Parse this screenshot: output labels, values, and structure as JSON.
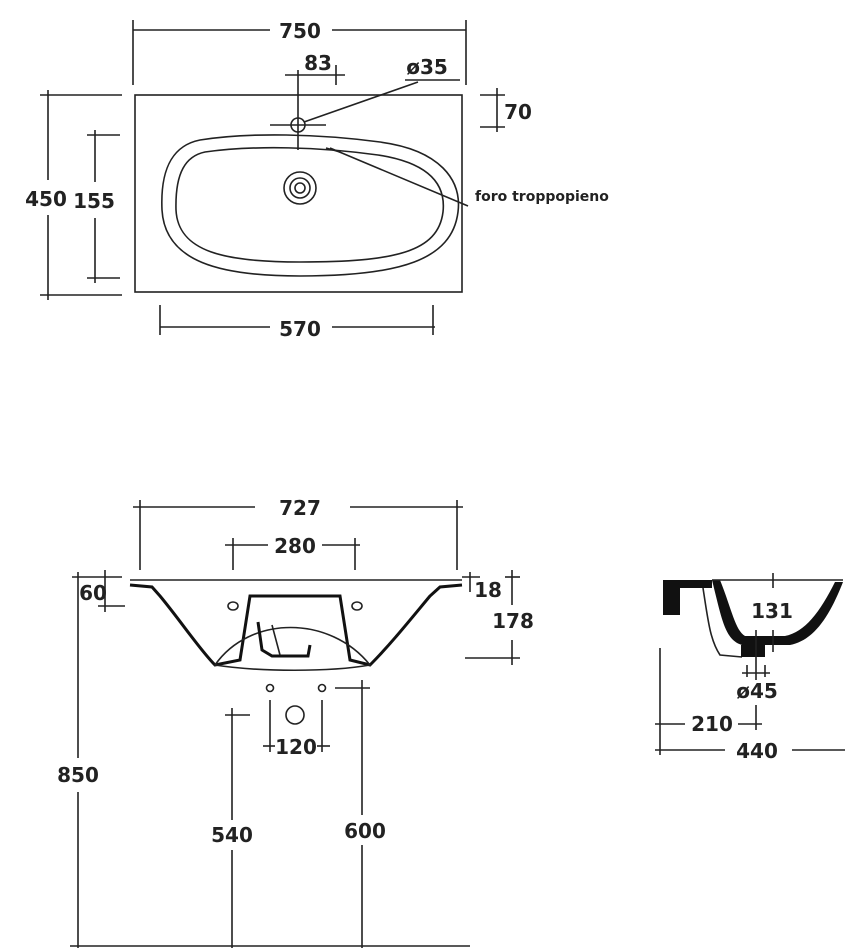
{
  "top_view": {
    "width_total": "750",
    "tap_offset": "83",
    "tap_hole_diameter": "ø35",
    "tap_from_edge": "70",
    "depth_total": "450",
    "bowl_depth": "155",
    "bowl_width": "570",
    "overflow_label": "foro troppopieno"
  },
  "front_view": {
    "width": "727",
    "fixing_spacing": "280",
    "rim_thickness": "18",
    "height": "178",
    "fixing_height": "60",
    "install_height": "850",
    "supply_spacing": "120",
    "waste_height": "540",
    "supply_height": "600"
  },
  "side_view": {
    "bowl_depth": "131",
    "waste_diameter": "ø45",
    "waste_offset": "210",
    "depth": "440"
  }
}
